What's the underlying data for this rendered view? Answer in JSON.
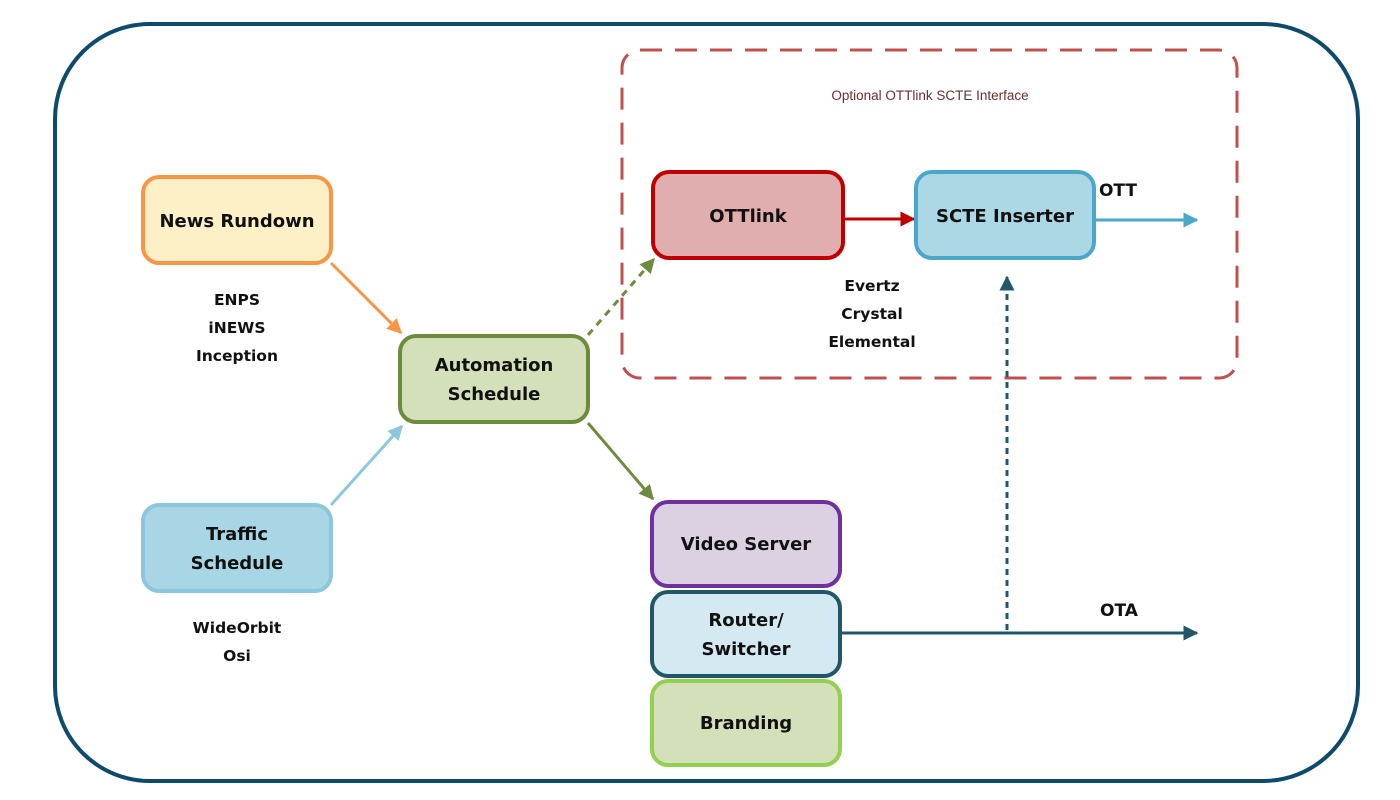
{
  "diagram": {
    "frame": {
      "border_color": "#0e4a6b"
    },
    "group": {
      "title": "Optional OTTlink SCTE Interface",
      "border_color": "#c0504d"
    },
    "nodes": {
      "news_rundown": {
        "lines": [
          "News Rundown"
        ],
        "fill": "#fdefc6",
        "stroke": "#f79646"
      },
      "traffic_schedule": {
        "lines": [
          "Traffic",
          "Schedule"
        ],
        "fill": "#a9d6e5",
        "stroke": "#8cc8dc"
      },
      "automation_schedule": {
        "lines": [
          "Automation",
          "Schedule"
        ],
        "fill": "#d3e0b9",
        "stroke": "#6e8b3d"
      },
      "ottlink": {
        "lines": [
          "OTTlink"
        ],
        "fill": "#e0aeae",
        "stroke": "#c00000"
      },
      "scte_inserter": {
        "lines": [
          "SCTE Inserter"
        ],
        "fill": "#acd8e6",
        "stroke": "#4aa7c9"
      },
      "video_server": {
        "lines": [
          "Video Server"
        ],
        "fill": "#dcd0e3",
        "stroke": "#7030a0"
      },
      "router_switcher": {
        "lines": [
          "Router/",
          "Switcher"
        ],
        "fill": "#d5e9f2",
        "stroke": "#215868"
      },
      "branding": {
        "lines": [
          "Branding"
        ],
        "fill": "#d3e0b9",
        "stroke": "#92d050"
      }
    },
    "captions": {
      "news_rundown": [
        "ENPS",
        "iNEWS",
        "Inception"
      ],
      "traffic_schedule": [
        "WideOrbit",
        "Osi"
      ],
      "ottlink": [
        "Evertz",
        "Crystal",
        "Elemental"
      ]
    },
    "outputs": {
      "ott": "OTT",
      "ota": "OTA"
    },
    "edges": [
      {
        "from": "News Rundown",
        "to": "Automation Schedule",
        "style": "solid",
        "color": "#f79646"
      },
      {
        "from": "Traffic Schedule",
        "to": "Automation Schedule",
        "style": "solid",
        "color": "#8cc8dc"
      },
      {
        "from": "Automation Schedule",
        "to": "OTTlink",
        "style": "dashed",
        "color": "#6e8b3d"
      },
      {
        "from": "Automation Schedule",
        "to": "Video Server",
        "style": "solid",
        "color": "#6e8b3d"
      },
      {
        "from": "OTTlink",
        "to": "SCTE Inserter",
        "style": "solid",
        "color": "#c00000"
      },
      {
        "from": "SCTE Inserter",
        "to": "OTT",
        "style": "solid",
        "color": "#4aa7c9"
      },
      {
        "from": "Router/Switcher",
        "to": "OTA",
        "style": "solid",
        "color": "#215868"
      },
      {
        "from": "OTA line",
        "to": "SCTE Inserter",
        "style": "dotted",
        "color": "#215868"
      }
    ]
  }
}
